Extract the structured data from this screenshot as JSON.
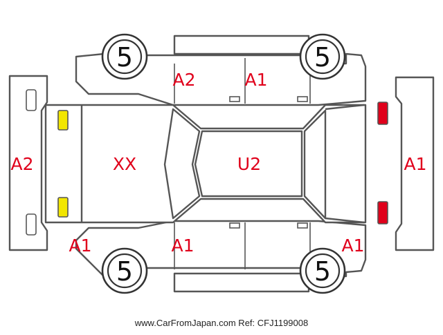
{
  "colors": {
    "damage_code": "#e0001b",
    "outline": "#555555",
    "light_front": "#f2e600",
    "light_rear": "#e0001b"
  },
  "tires": {
    "front_left": "5",
    "rear_left": "5",
    "front_right": "5",
    "rear_right": "5"
  },
  "codes": {
    "front_bumper": "A2",
    "hood": "XX",
    "left_front_door": "A2",
    "left_rear_door": "A1",
    "roof": "U2",
    "rear_bumper": "A1",
    "right_front_fender": "A1",
    "right_front_door": "A1",
    "right_rear_fender": "A1"
  },
  "footer": {
    "text": "www.CarFromJapan.com Ref: CFJ1199008"
  }
}
